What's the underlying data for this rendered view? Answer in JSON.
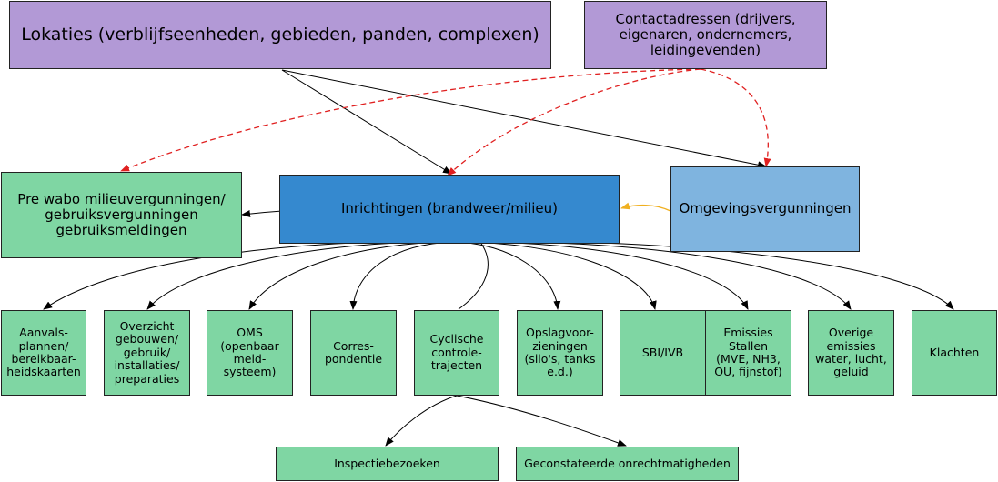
{
  "nodes": {
    "lokaties": "Lokaties  (verblijfseenheden, gebieden, panden, complexen)",
    "contactadressen": "Contactadressen (drijvers,\neigenaren, ondernemers,\nleidingevenden)",
    "prewabo": "Pre wabo milieuvergunningen/\ngebruiksvergunningen\ngebruiksmeldingen",
    "inrichtingen": "Inrichtingen (brandweer/milieu)",
    "omgevingsvergunningen": "Omgevingsvergunningen",
    "aanvalsplannen": "Aanvals-\nplannen/\nbereikbaar-\nheidskaarten",
    "overzicht": "Overzicht\ngebouwen/\ngebruik/\ninstallaties/\npreparaties",
    "oms": "OMS\n(openbaar\nmeld-\nsysteem)",
    "correspondentie": "Corres-\npondentie",
    "cyclische": "Cyclische\ncontrole-\ntrajecten",
    "opslag": "Opslagvoor-\nzieningen\n(silo's, tanks\ne.d.)",
    "sbi": "SBI/IVB",
    "emissies_stallen": "Emissies\nStallen\n(MVE, NH3,\nOU, fijnstof)",
    "overige": "Overige\nemissies\nwater, lucht,\ngeluid",
    "klachten": "Klachten",
    "inspectiebezoeken": "Inspectiebezoeken",
    "onrechtmatigheden": "Geconstateerde onrechtmatigheden"
  },
  "colors": {
    "purple": "#b299d6",
    "green": "#7fd6a3",
    "blue": "#3589cf",
    "lightblue": "#7fb4df",
    "dashed_arrow": "#e02020",
    "orange_arrow": "#f0b020"
  }
}
